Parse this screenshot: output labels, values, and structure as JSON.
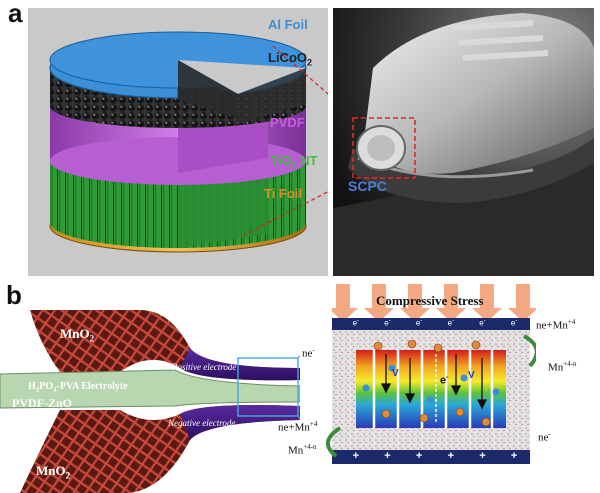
{
  "panel_a": {
    "letter": "a",
    "labels": {
      "al_foil": "Al Foil",
      "licoo2_base": "LiCoO",
      "licoo2_sub": "2",
      "pvdf": "PVDF",
      "tio2_base": "TiO",
      "tio2_sub": "2",
      "tio2_suffix": " NT",
      "ti_foil": "Ti Foil",
      "scpc": "SCPC"
    }
  },
  "panel_b": {
    "letter": "b",
    "left": {
      "mno2_top": "MnO",
      "mno2_top_sub": "2",
      "mno2_bottom": "MnO",
      "mno2_bottom_sub": "2",
      "electrolyte": "H",
      "electrolyte_sub1": "3",
      "electrolyte_mid": "PO",
      "electrolyte_sub2": "4",
      "electrolyte_end": "-PVA Electrolyte",
      "separator": "PVDF-ZnO",
      "positive_electrode": "Positive electrode",
      "negative_electrode": "Negative electrode"
    },
    "right": {
      "stress": "Compressive Stress",
      "ne_top_right": "ne+Mn",
      "ne_top_right_sup": "+4",
      "mn_right": "Mn",
      "mn_right_sup": "+4-n",
      "ne_left": "ne",
      "ne_left_sup": "-",
      "ne_bottom_left": "ne+Mn",
      "ne_bottom_left_sup": "+4",
      "mn_bottom_left": "Mn",
      "mn_bottom_left_sup": "+4-n",
      "ne_bottom_right": "ne",
      "ne_bottom_right_sup": "-",
      "electron": "e",
      "electron_sup": "-",
      "plus": "+",
      "ion_v": "V"
    }
  },
  "colors": {
    "al_foil": "#3a8fd6",
    "pvdf": "#c95ce0",
    "tio2": "#3fbf3f",
    "ti_foil": "#e08a2a",
    "licoo2": "#222222",
    "scpc": "#4a7fd8",
    "stress_arrow": "#f4a984",
    "electrode_bar": "#1b2a6b",
    "mno2_fabric": "#8a2a1f"
  }
}
